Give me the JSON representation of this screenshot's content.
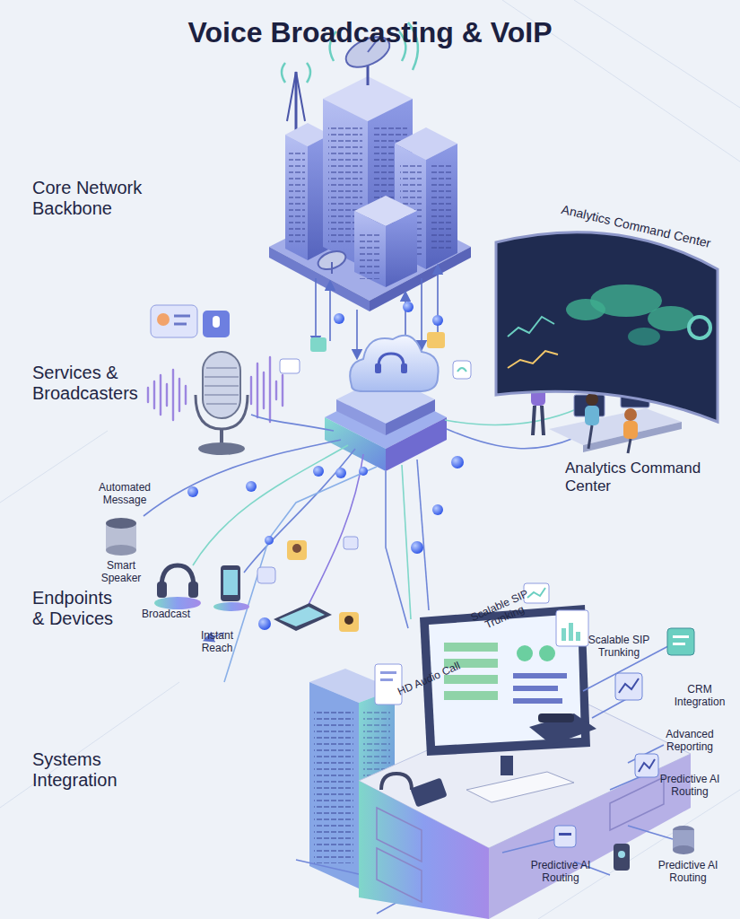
{
  "diagram": {
    "title": "Voice Broadcasting & VoIP",
    "nodes": [
      {
        "text": [
          "Analytics Command Center"
        ]
      }
    ],
    "labels": [
      "Core Network Backbone",
      "Services & Broadcasters",
      "Analytics Command Center",
      "Automated Message",
      "Smart Speaker",
      "Endpoints & Devices",
      "Broadcast",
      "Instant Reach",
      "HD Audio Call",
      "Scalable SIP Trunking",
      "Scalable SIP Trunking",
      "CRM Integration",
      "Advanced Reporting",
      "Systems Integration",
      "Predictive AI Routing",
      "Predictive AI Routing",
      "Predictive AI Routing"
    ]
  }
}
